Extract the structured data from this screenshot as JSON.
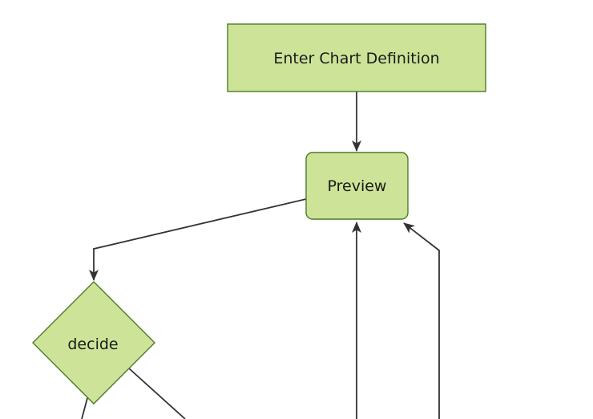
{
  "diagram": {
    "type": "flowchart",
    "background_color": "#ffffff",
    "node_fill_color": "#cde498",
    "node_border_color": "#4e7a28",
    "edge_color": "#333333",
    "text_color": "#1a1a1a",
    "nodes": {
      "enter_chart_definition": {
        "label": "Enter Chart Definition",
        "shape": "rectangle"
      },
      "preview": {
        "label": "Preview",
        "shape": "rounded-rectangle"
      },
      "decide": {
        "label": "decide",
        "shape": "diamond"
      }
    },
    "edges": [
      {
        "name": "enter-chart-definition-to-preview",
        "arrowhead": true
      },
      {
        "name": "preview-to-decide",
        "arrowhead": true
      },
      {
        "name": "offscreen-bottom-to-preview",
        "arrowhead": true
      },
      {
        "name": "offscreen-bottom-right-to-preview",
        "arrowhead": true
      },
      {
        "name": "decide-to-offscreen-bottom-left",
        "arrowhead": false
      },
      {
        "name": "decide-to-offscreen-bottom-right",
        "arrowhead": false
      }
    ]
  }
}
